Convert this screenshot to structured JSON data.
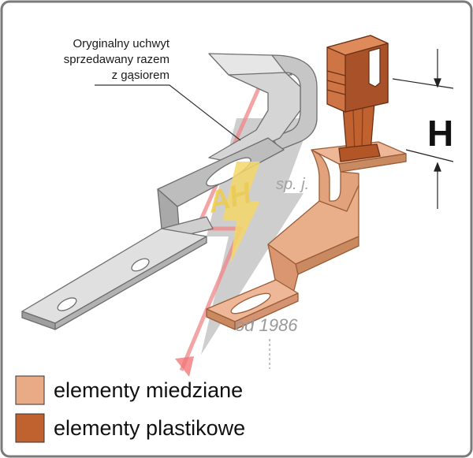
{
  "callout": {
    "line1": "Oryginalny uchwyt",
    "line2": "sprzedawany razem",
    "line3": "z gąsiorem"
  },
  "dimension": {
    "label": "H"
  },
  "watermark": {
    "mark": "®",
    "company": "sp. j.",
    "since": "od 1986",
    "logo_text": "AH"
  },
  "legend": [
    {
      "label": "elementy miedziane",
      "color": "#E9AA86"
    },
    {
      "label": "elementy plastikowe",
      "color": "#C0622F"
    }
  ],
  "colors": {
    "frame": "#7a7a7a",
    "steel_light": "#DCDCDC",
    "steel_mid": "#C3C3C3",
    "steel_dark": "#9C9C9C",
    "copper_light": "#EEB898",
    "copper_mid": "#E2A27C",
    "copper_dark": "#C98961",
    "plastic_light": "#CF7444",
    "plastic_dark": "#A9522A",
    "bolt_red": "#E85A5A",
    "bolt_yellow": "#F4D86A"
  }
}
